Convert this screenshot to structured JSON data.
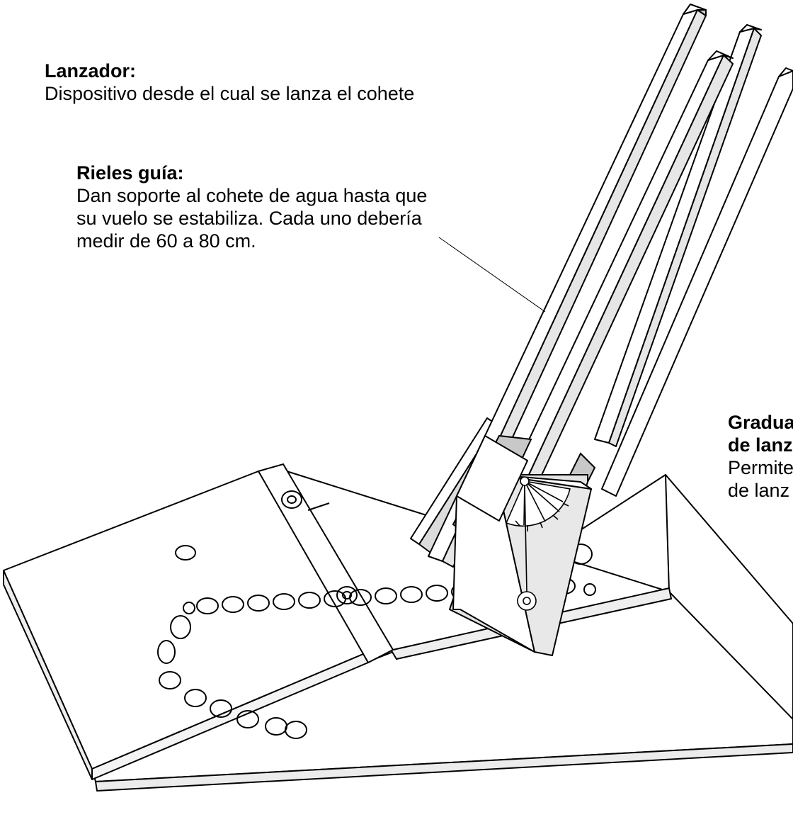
{
  "labels": {
    "launcher": {
      "title": "Lanzador:",
      "text": "Dispositivo desde el cual se lanza el cohete"
    },
    "rails": {
      "title": "Rieles guía:",
      "line1": "Dan soporte al cohete de agua hasta que",
      "line2": "su vuelo se estabiliza.  Cada uno debería",
      "line3": "medir de 60 a 80 cm."
    },
    "graduation": {
      "title_line1": "Gradua",
      "title_line2": "de lanz",
      "line1": "Permite",
      "line2": "de lanz"
    }
  },
  "colors": {
    "ink": "#000000",
    "rail_shade": "#e6e6e6",
    "slot_shade": "#c8c8c8",
    "background": "#ffffff"
  }
}
